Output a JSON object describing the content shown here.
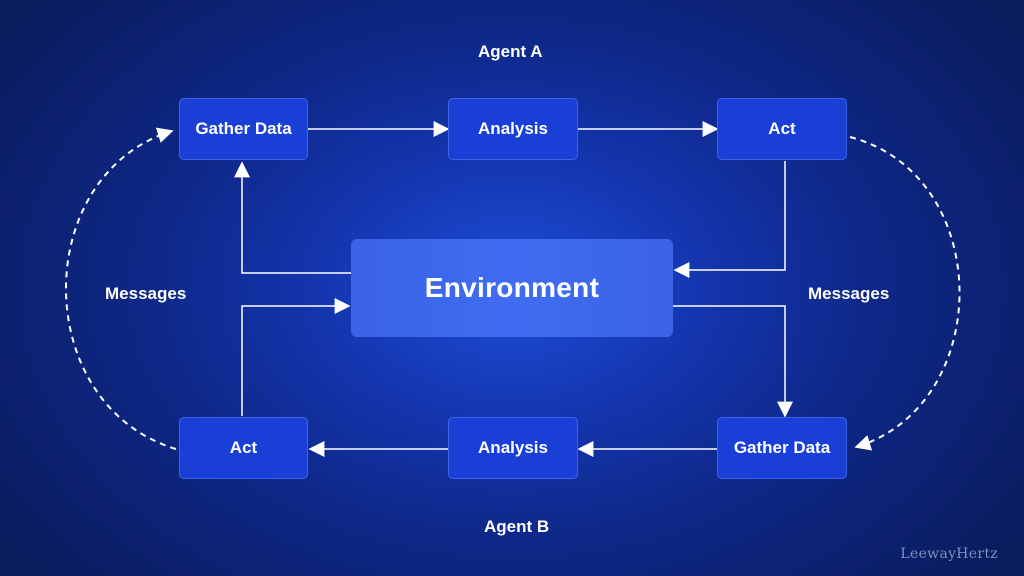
{
  "agent_a": {
    "title": "Agent A",
    "gather_label": "Gather Data",
    "analysis_label": "Analysis",
    "act_label": "Act"
  },
  "agent_b": {
    "title": "Agent B",
    "gather_label": "Gather Data",
    "analysis_label": "Analysis",
    "act_label": "Act"
  },
  "environment": {
    "label": "Environment"
  },
  "messages": {
    "left_label": "Messages",
    "right_label": "Messages"
  },
  "watermark": "LeewayHertz",
  "colors": {
    "background": "#0e2786",
    "node_fill": "#1a3fd6",
    "environment_fill": "#3f6cf0",
    "line": "#ffffff"
  }
}
